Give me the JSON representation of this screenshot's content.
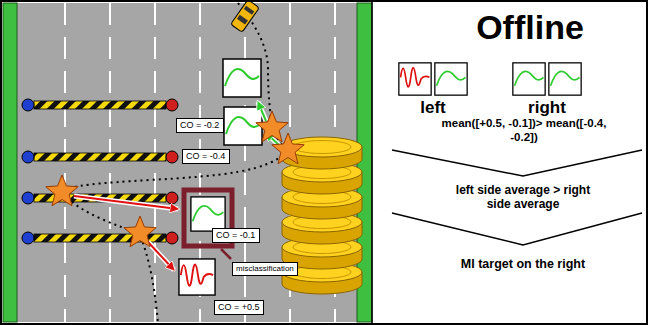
{
  "diagram": {
    "title": "Offline",
    "nodes": [
      {
        "text": [
          "CO = -0.2"
        ]
      },
      {
        "text": [
          "CO = -0.4"
        ]
      },
      {
        "text": [
          "CO = -0.1"
        ]
      },
      {
        "text": [
          "misclassification"
        ]
      },
      {
        "text": [
          "CO = +0.5"
        ]
      }
    ],
    "labels": [
      "left",
      "right",
      "mean([+0.5, -0.1])> mean([-0.4, -0.2])",
      "left side average > right side average",
      "MI target on the right"
    ]
  }
}
